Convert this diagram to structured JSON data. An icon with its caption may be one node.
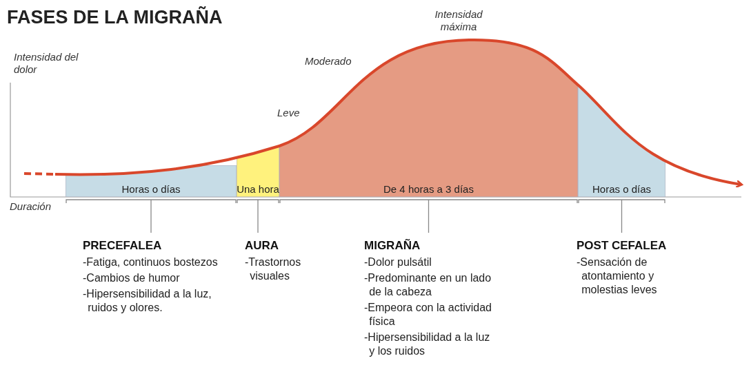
{
  "diagram": {
    "title": "FASES DE LA MIGRAÑA",
    "nodes": [
      {
        "text": [
          "Horas o días"
        ]
      },
      {
        "text": [
          "Una hora"
        ]
      },
      {
        "text": [
          "De 4 horas a 3 días"
        ]
      },
      {
        "text": [
          "Horas o días"
        ]
      }
    ],
    "labels": [
      "Intensidad máxima",
      "Intensidad del dolor",
      "Moderado",
      "Leve",
      "Duración",
      "PRECEFALEA",
      "-Fatiga, continuos bostezos",
      "-Cambios de humor",
      "-Hipersensibilidad a la luz, ruidos y olores.",
      "AURA",
      "-Trastornos visuales",
      "MIGRAÑA",
      "-Dolor pulsátil",
      "-Predominante en un lado de la cabeza",
      "-Empeora con la actividad física",
      "-Hipersensibilidad a la luz y los ruidos",
      "POST CEFALEA",
      "-Sensación de atontamiento y molestias leves"
    ]
  }
}
